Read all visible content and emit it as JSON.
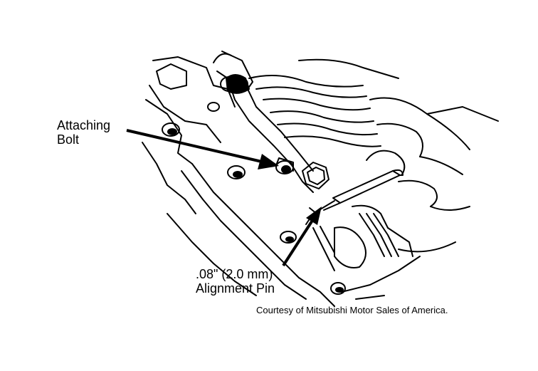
{
  "labels": {
    "attaching_bolt": {
      "line1": "Attaching",
      "line2": "Bolt"
    },
    "alignment_pin": {
      "line1": ".08\" (2.0 mm)",
      "line2": "Alignment Pin"
    }
  },
  "credit": "Courtesy of Mitsubishi Motor Sales of America.",
  "colors": {
    "ink": "#000000",
    "paper": "#ffffff"
  }
}
